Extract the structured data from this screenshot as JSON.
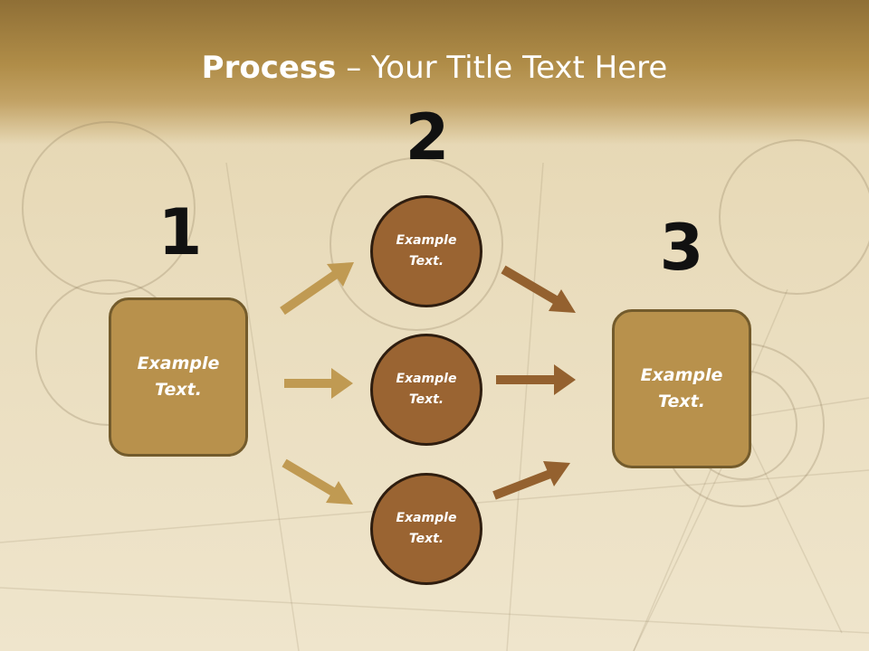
{
  "title": {
    "bold": "Process",
    "separator": " – ",
    "rest": "Your Title Text Here"
  },
  "steps": [
    {
      "number": "1",
      "label": "Example\nText."
    },
    {
      "number": "2",
      "label": "Example\nText."
    },
    {
      "number": "3",
      "label": "Example\nText."
    }
  ],
  "circles": [
    {
      "label": "Example\nText."
    },
    {
      "label": "Example\nText."
    },
    {
      "label": "Example\nText."
    }
  ],
  "colors": {
    "box_fill": "#b8914c",
    "circle_fill": "#9a6432",
    "arrow_left": "#c09a52",
    "arrow_right": "#94612f"
  }
}
